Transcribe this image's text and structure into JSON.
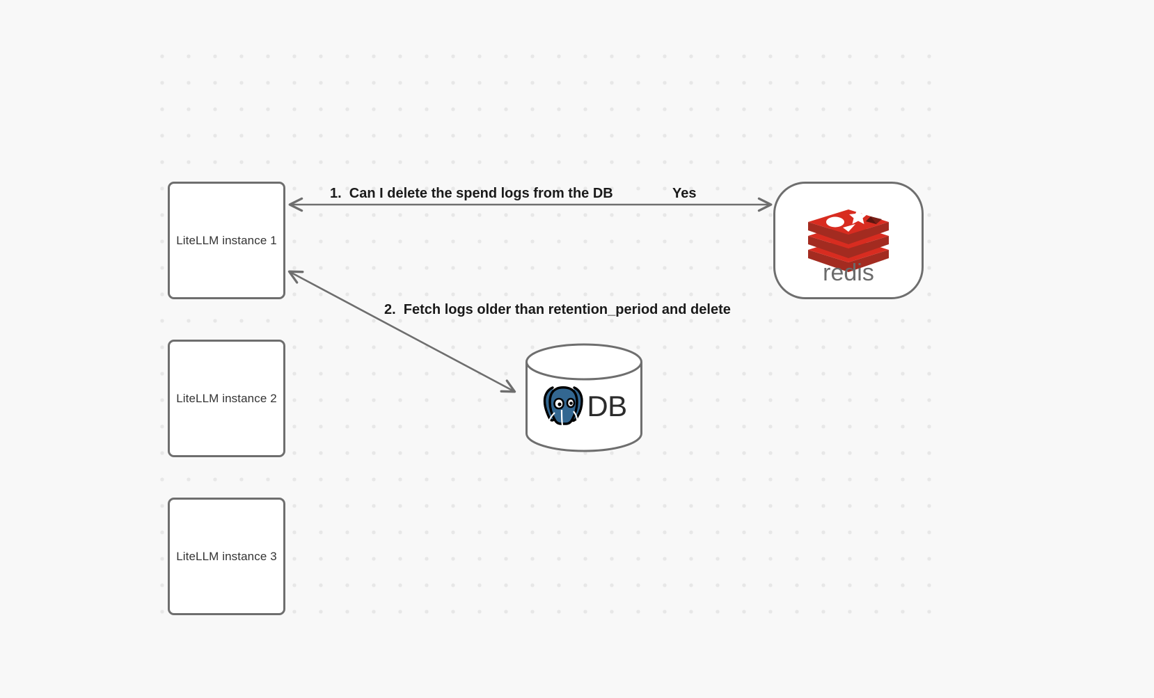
{
  "canvas": {
    "background_color": "#f8f8f8",
    "grid_dot_color": "#e7e7e7"
  },
  "nodes": [
    {
      "id": "instance-1",
      "label": "LiteLLM instance 1",
      "shape": "rounded-rect"
    },
    {
      "id": "instance-2",
      "label": "LiteLLM instance 2",
      "shape": "rounded-rect"
    },
    {
      "id": "instance-3",
      "label": "LiteLLM instance 3",
      "shape": "rounded-rect"
    },
    {
      "id": "redis",
      "label": "redis",
      "shape": "rounded-rect",
      "logo": "redis-logo-icon",
      "brand_color": "#d82c20"
    },
    {
      "id": "db",
      "label": "DB",
      "shape": "cylinder",
      "logo": "postgresql-elephant-icon",
      "brand_color": "#336791"
    }
  ],
  "instances": {
    "instance_1_label": "LiteLLM instance 1",
    "instance_2_label": "LiteLLM instance 2",
    "instance_3_label": "LiteLLM instance 3"
  },
  "redis": {
    "wordmark": "redis"
  },
  "db": {
    "label": "DB"
  },
  "edges": {
    "step_1_label": "1.  Can I delete the spend logs from the DB",
    "step_1_reply_label": "Yes",
    "step_2_label": "2.  Fetch logs older than retention_period and delete",
    "stroke_color": "#6e6e6e"
  }
}
